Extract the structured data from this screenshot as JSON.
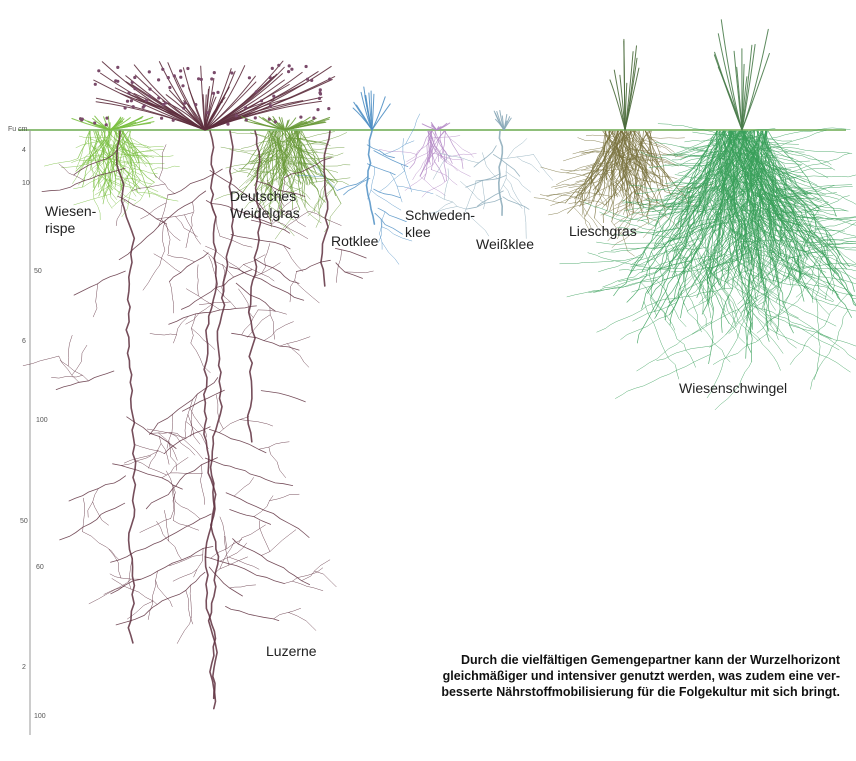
{
  "depth_scale": {
    "ticks": [
      "Fu cm",
      "4",
      "10",
      "50",
      "6",
      "100",
      "50",
      "60",
      "2",
      "100"
    ]
  },
  "plants": [
    {
      "id": "wiesenrispe",
      "label": "Wiesen-\nrispe",
      "color": "#7bc043"
    },
    {
      "id": "deutsches-weidelgras",
      "label": "Deutsches\nWeidelgras",
      "color": "#6a9a3a"
    },
    {
      "id": "rotklee",
      "label": "Rotklee",
      "color": "#4f8fc4"
    },
    {
      "id": "schwedenklee",
      "label": "Schweden-\nklee",
      "color": "#b58bc7"
    },
    {
      "id": "weissklee",
      "label": "Weißklee",
      "color": "#8aa9b8"
    },
    {
      "id": "lieschgras",
      "label": "Lieschgras",
      "color": "#7a7340"
    },
    {
      "id": "wiesenschwingel",
      "label": "Wiesenschwingel",
      "color": "#3aa05a"
    },
    {
      "id": "luzerne",
      "label": "Luzerne",
      "color": "#5e2f3e"
    }
  ],
  "caption": {
    "line1": "Durch die vielfältigen Gemengepartner kann der Wurzelhorizont",
    "line2": "gleichmäßiger und intensiver genutzt werden, was zudem eine ver-",
    "line3": "besserte Nährstoffmobilisierung für die Folgekultur mit sich bringt."
  }
}
